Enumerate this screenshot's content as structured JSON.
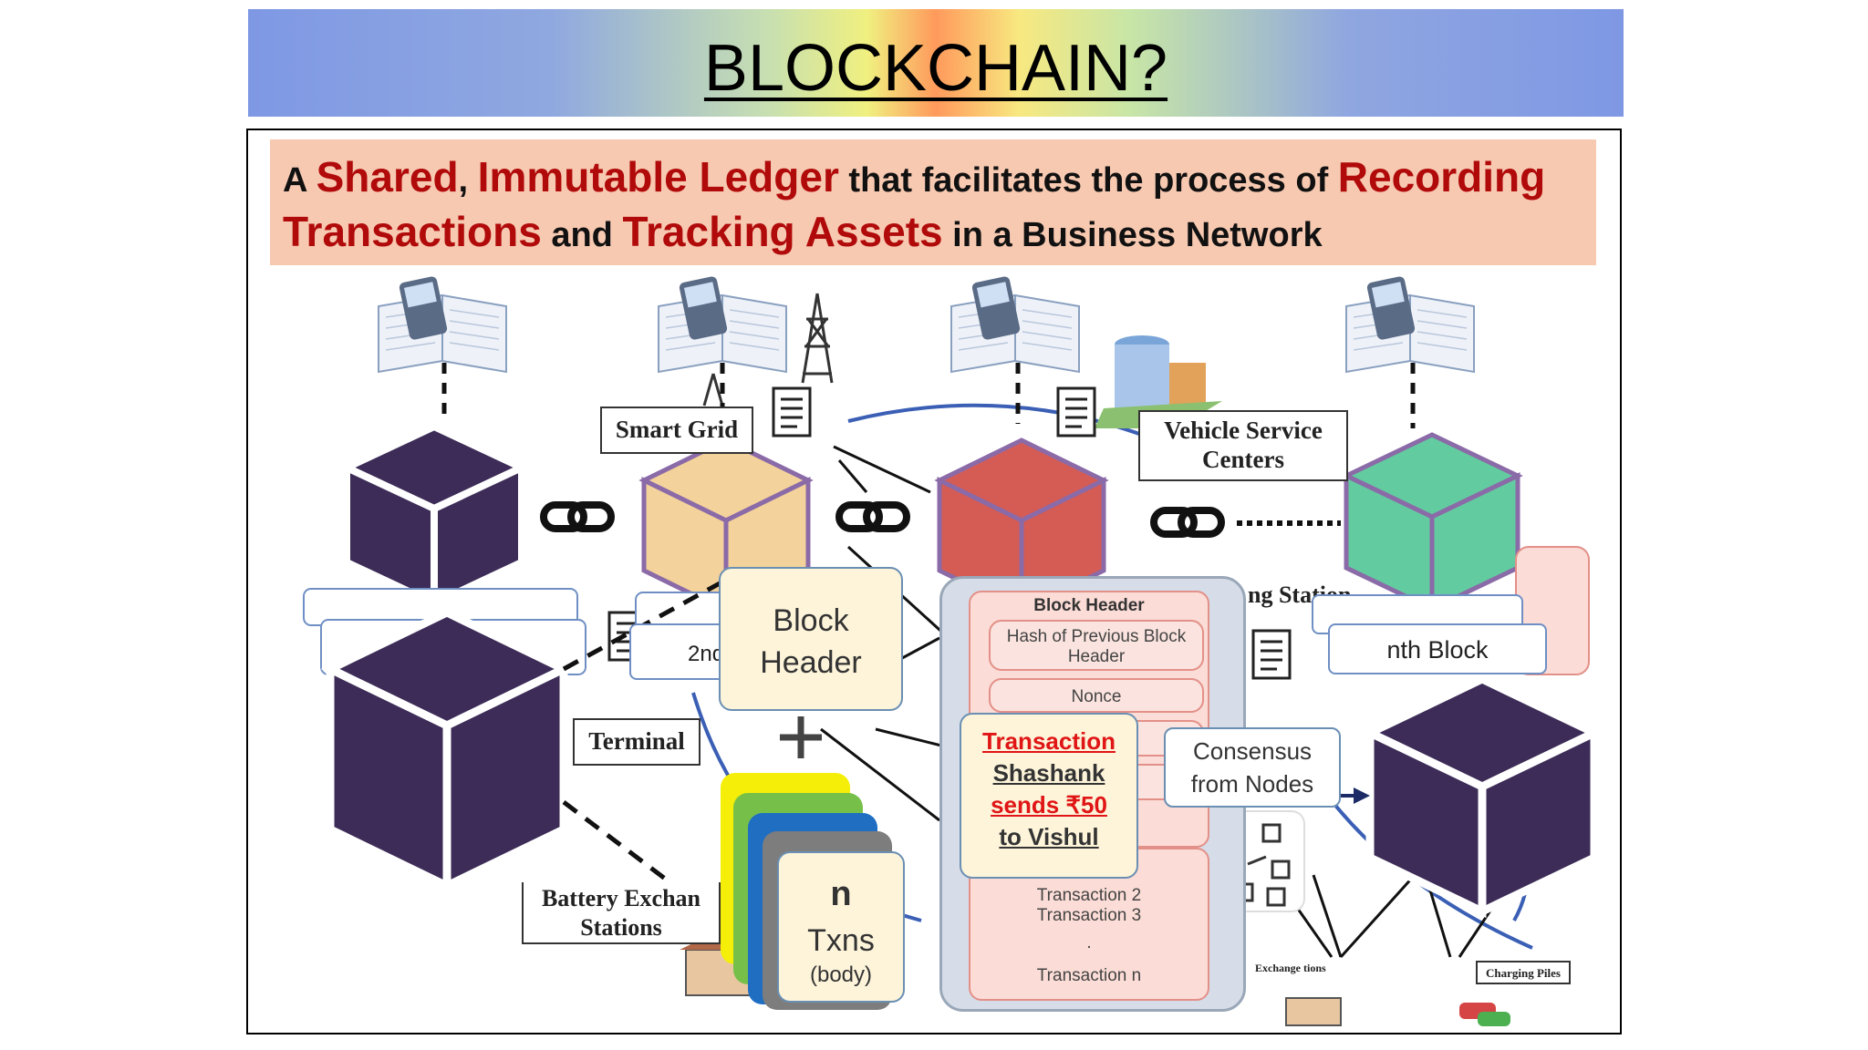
{
  "title": "BLOCKCHAIN?",
  "definition": {
    "p1": "A ",
    "r1": "Shared",
    "p2": ", ",
    "r2": "Immutable Ledger",
    "p3": " that facilitates the process of ",
    "r3": "Recording",
    "r4": "Transactions",
    "p4": " and ",
    "r5": "Tracking Assets",
    "p5": " in a Business Network"
  },
  "network_labels": {
    "smart_grid": "Smart Grid",
    "vehicle_service": "Vehicle Service Centers",
    "terminal": "Terminal",
    "battery_exchange": "Battery Exchan Stations",
    "exchange_stations": "Exchange tions",
    "charging_piles": "Charging Piles",
    "charging_stations_partial": "ng Station"
  },
  "block_labels": {
    "nth_block": "nth Block",
    "second_partial": "2nd"
  },
  "block_header_card": {
    "line1": "Block",
    "line2": "Header"
  },
  "txns_card": {
    "n": "n",
    "txns": "Txns",
    "body": "(body)"
  },
  "block_structure": {
    "header_title": "Block Header",
    "hash_prev": "Hash of Previous Block Header",
    "nonce": "Nonce",
    "tx2": "Transaction 2",
    "tx3": "Transaction 3",
    "dot": ".",
    "txn": "Transaction n"
  },
  "transaction_card": {
    "title": "Transaction",
    "line2": "Shashank",
    "line3": "sends ₹50",
    "line4": "to Vishul"
  },
  "consensus_card": {
    "line1": "Consensus",
    "line2": "from Nodes"
  },
  "colors": {
    "dark_cube": "#3c2c57",
    "beige_cube": "#f3d29b",
    "red_cube": "#d55c55",
    "green_cube": "#63cba0",
    "red_text": "#b10a0a",
    "transaction_red": "#e01515"
  }
}
